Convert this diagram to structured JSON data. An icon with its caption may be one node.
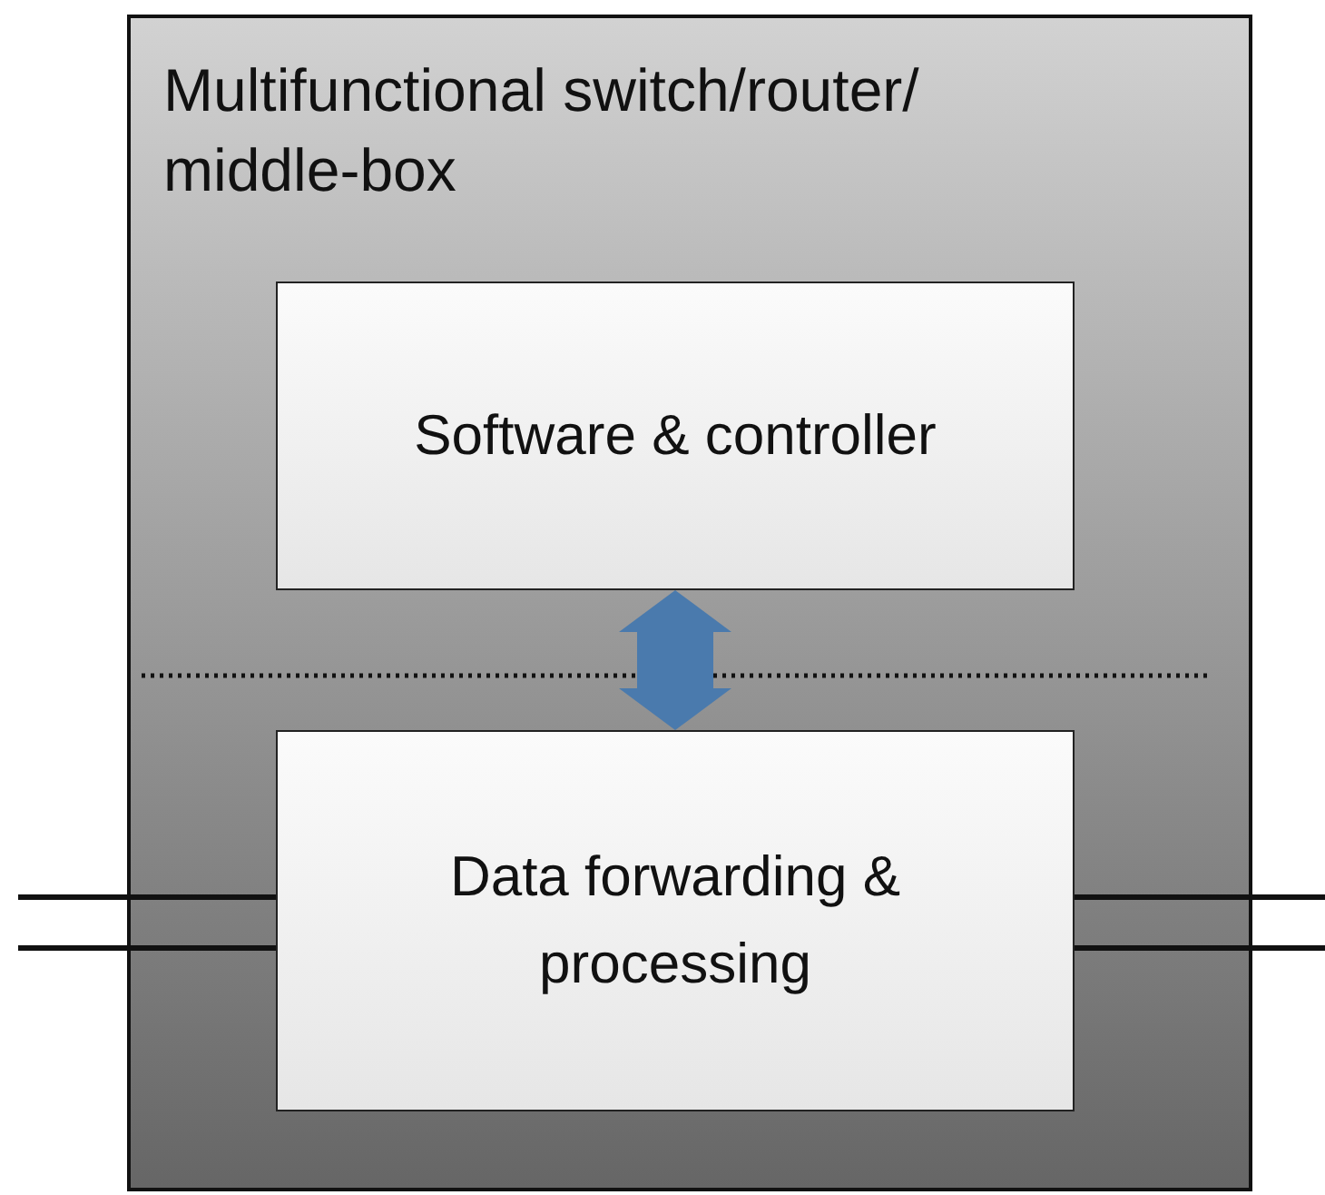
{
  "diagram": {
    "nodes": [
      {
        "text": [
          "Multifunctional switch/router/ middle-box"
        ]
      },
      {
        "text": [
          "Software & controller"
        ],
        "in": 0
      },
      {
        "text": [
          "Data forwarding & processing"
        ],
        "in": 0
      }
    ],
    "edges": [
      {
        "from": 1,
        "to": 2,
        "arrow": "both",
        "style": "thick",
        "color": "#4a7aad"
      },
      {
        "from": null,
        "to": 2,
        "arrow": "none"
      },
      {
        "from": null,
        "to": 2,
        "arrow": "none"
      },
      {
        "from": 2,
        "to": null,
        "arrow": "none"
      },
      {
        "from": 2,
        "to": null,
        "arrow": "none"
      }
    ]
  }
}
